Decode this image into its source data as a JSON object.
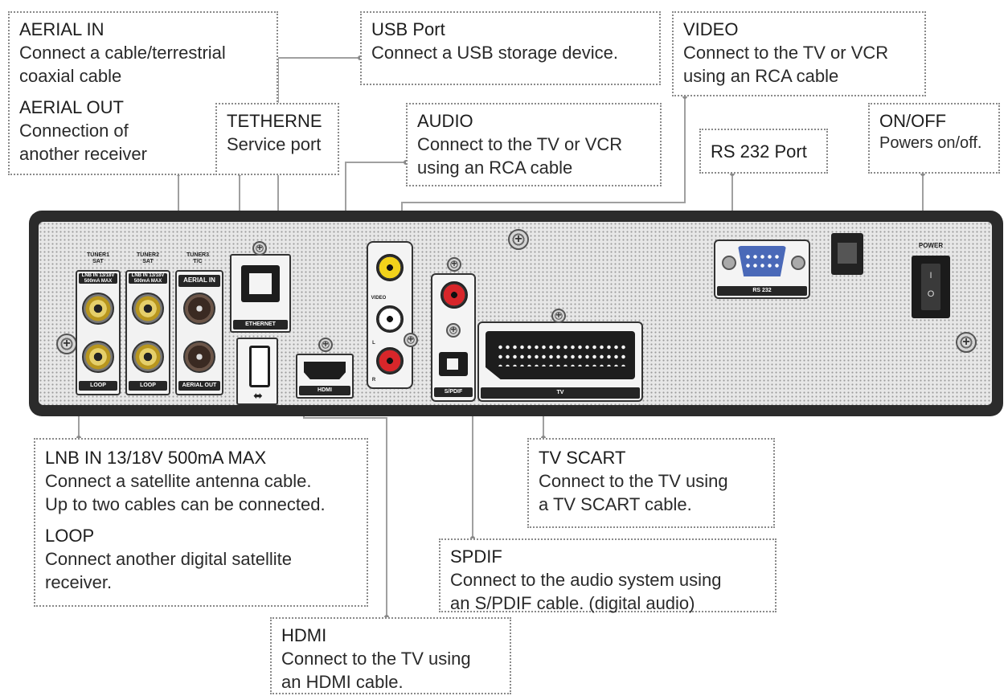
{
  "callouts": {
    "aerial": {
      "title1": "AERIAL IN",
      "desc1": "Connect a cable/terrestrial\ncoaxial cable",
      "title2": "AERIAL OUT",
      "desc2": "Connection of\nanother receiver"
    },
    "tetherne": {
      "title": "TETHERNE",
      "desc": "Service port"
    },
    "usb": {
      "title": "USB Port",
      "desc": "Connect a USB storage device."
    },
    "audio": {
      "title": "AUDIO",
      "desc": "Connect to the TV or VCR\nusing an RCA cable"
    },
    "video": {
      "title": "VIDEO",
      "desc": "Connect to the TV or VCR\nusing an RCA cable"
    },
    "rs232": {
      "title": "RS 232 Port"
    },
    "onoff": {
      "title": "ON/OFF",
      "desc": "Powers on/off."
    },
    "lnb": {
      "title1": "LNB IN 13/18V 500mA MAX",
      "desc1": "Connect a satellite antenna cable.\nUp to two cables can be connected.",
      "title2": "LOOP",
      "desc2": "Connect another digital satellite\nreceiver."
    },
    "tvscart": {
      "title": "TV SCART",
      "desc": "Connect to the TV using\na TV SCART cable."
    },
    "spdif": {
      "title": "SPDIF",
      "desc": "Connect to the audio system using\nan S/PDIF cable. (digital audio)"
    },
    "hdmi": {
      "title": "HDMI",
      "desc": "Connect to the TV using\nan HDMI cable."
    }
  },
  "panel": {
    "tuner1": "TUNER1\nSAT",
    "tuner2": "TUNER2\nSAT",
    "tuner3": "TUNER3\nT/C",
    "lnb_label": "LNB IN 13/18V\n500mA MAX",
    "aerial_in": "AERIAL IN",
    "aerial_out": "AERIAL OUT",
    "loop": "LOOP",
    "ethernet": "ETHERNET",
    "hdmi": "HDMI",
    "video": "VIDEO",
    "l": "L",
    "r": "R",
    "spdif": "S/PDIF",
    "tv": "TV",
    "rs232": "RS 232",
    "power": "POWER",
    "switch_on": "I",
    "switch_off": "O"
  },
  "colors": {
    "callout_border": "#8a8a8a",
    "leader": "#9a9a9a",
    "chassis": "#2b2b2b"
  }
}
